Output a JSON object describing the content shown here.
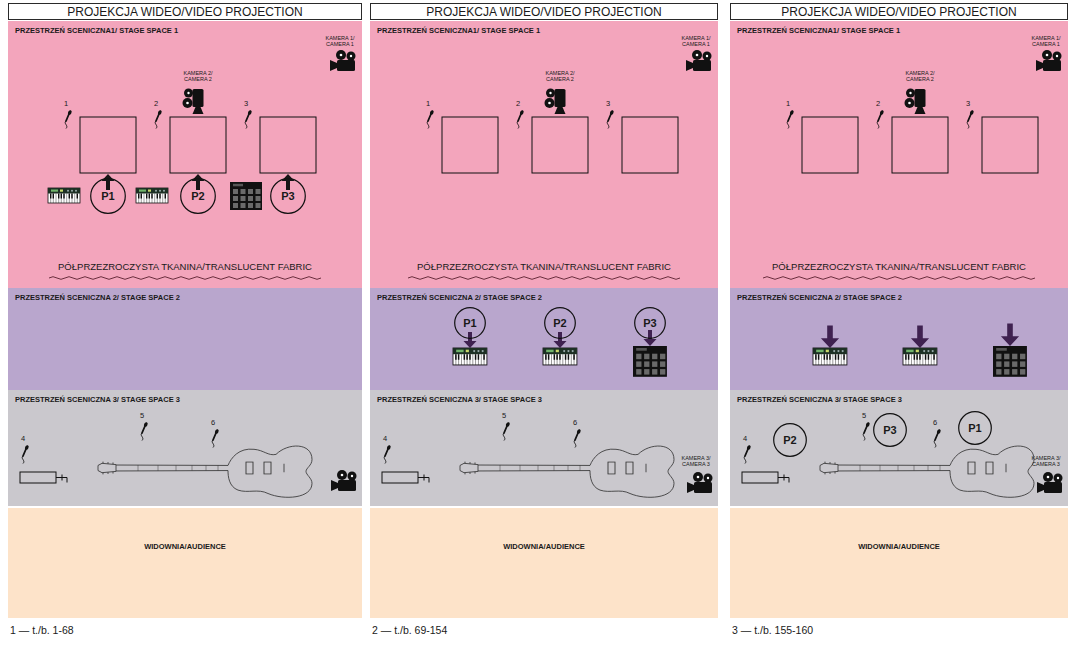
{
  "diagram": {
    "nodes": [
      {
        "text": [
          "PROJEKCJA WIDEO/VIDEO PROJECTION"
        ]
      },
      {
        "text": [
          "PRZESTRZEŃ SCENICZNA1/ STAGE SPACE 1"
        ]
      },
      {
        "text": [
          "P1"
        ],
        "in": 1
      },
      {
        "text": [
          "P2"
        ],
        "in": 1
      },
      {
        "text": [
          "P3"
        ],
        "in": 1
      },
      {
        "text": [
          "PRZESTRZEŃ SCENICZNA 2/ STAGE SPACE 2"
        ]
      },
      {
        "text": [
          "PRZESTRZEŃ SCENICZNA 3/ STAGE SPACE 3"
        ]
      },
      {
        "text": [
          "WIDOWNIA/AUDIENCE"
        ]
      },
      {
        "text": [
          "PROJEKCJA WIDEO/VIDEO PROJECTION"
        ]
      },
      {
        "text": [
          "PRZESTRZEŃ SCENICZNA1/ STAGE SPACE 1"
        ]
      },
      {
        "text": [
          "PRZESTRZEŃ SCENICZNA 2/ STAGE SPACE 2"
        ]
      },
      {
        "text": [
          "P1"
        ],
        "in": 10
      },
      {
        "text": [
          "P2"
        ],
        "in": 10
      },
      {
        "text": [
          "P3"
        ],
        "in": 10
      },
      {
        "text": [
          "PRZESTRZEŃ SCENICZNA 3/ STAGE SPACE 3"
        ]
      },
      {
        "text": [
          "WIDOWNIA/AUDIENCE"
        ]
      },
      {
        "text": [
          "PROJEKCJA WIDEO/VIDEO PROJECTION"
        ]
      },
      {
        "text": [
          "PRZESTRZEŃ SCENICZNA1/ STAGE SPACE 1"
        ]
      },
      {
        "text": [
          "PRZESTRZEŃ SCENICZNA 2/ STAGE SPACE 2"
        ]
      },
      {
        "text": [
          "PRZESTRZEŃ SCENICZNA 3/ STAGE SPACE 3"
        ]
      },
      {
        "text": [
          "P2"
        ],
        "in": 19
      },
      {
        "text": [
          "P3"
        ],
        "in": 19
      },
      {
        "text": [
          "P1"
        ],
        "in": 19
      },
      {
        "text": [
          "WIDOWNIA/AUDIENCE"
        ]
      }
    ],
    "labels": [
      "KAMERA 1/ CAMERA 1",
      "KAMERA 2/ CAMERA 2",
      "1",
      "2",
      "3",
      "PÓŁPRZEZROCZYSTA TKANINA/TRANSLUCENT FABRIC",
      "4",
      "5",
      "6",
      "KAMERA 1/ CAMERA 1",
      "KAMERA 2/ CAMERA 2",
      "1",
      "2",
      "3",
      "PÓŁPRZEZROCZYSTA TKANINA/TRANSLUCENT FABRIC",
      "4",
      "5",
      "6",
      "KAMERA 3/ CAMERA 3",
      "KAMERA 1/ CAMERA 1",
      "KAMERA 2/ CAMERA 2",
      "1",
      "2",
      "3",
      "PÓŁPRZEZROCZYSTA TKANINA/TRANSLUCENT FABRIC",
      "4",
      "5",
      "6",
      "KAMERA 3/ CAMERA 3",
      "1 — t./b. 1-68",
      "2 — t./b. 69-154",
      "3 — t./b. 155-160"
    ]
  }
}
